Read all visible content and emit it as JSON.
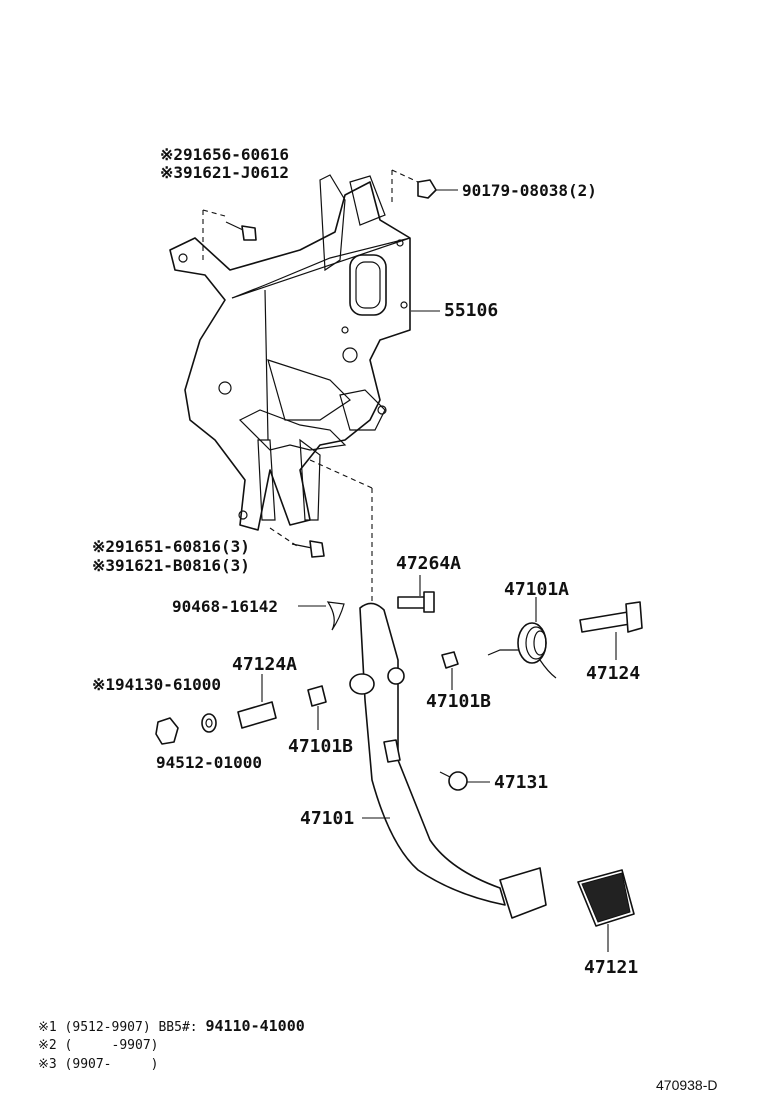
{
  "part_labels": {
    "p91656": "※291656-60616",
    "p91621j": "※391621-J0612",
    "p90179": "90179-08038(2)",
    "p55106": "55106",
    "p91651": "※291651-60816(3)",
    "p91621b": "※391621-B0816(3)",
    "p47264a": "47264A",
    "p47101a": "47101A",
    "p90468": "90468-16142",
    "p47124a": "47124A",
    "p47124": "47124",
    "p94130": "※194130-61000",
    "p47101b_right": "47101B",
    "p47101b_left": "47101B",
    "p94512": "94512-01000",
    "p47131": "47131",
    "p47101": "47101",
    "p47121": "47121"
  },
  "notes": {
    "n1_prefix": "※1 (9512-9907) BB5#:",
    "n1_part": "94110-41000",
    "n2": "※2 (     -9907)",
    "n3": "※3 (9907-     )"
  },
  "sheet_id": "470938-D"
}
